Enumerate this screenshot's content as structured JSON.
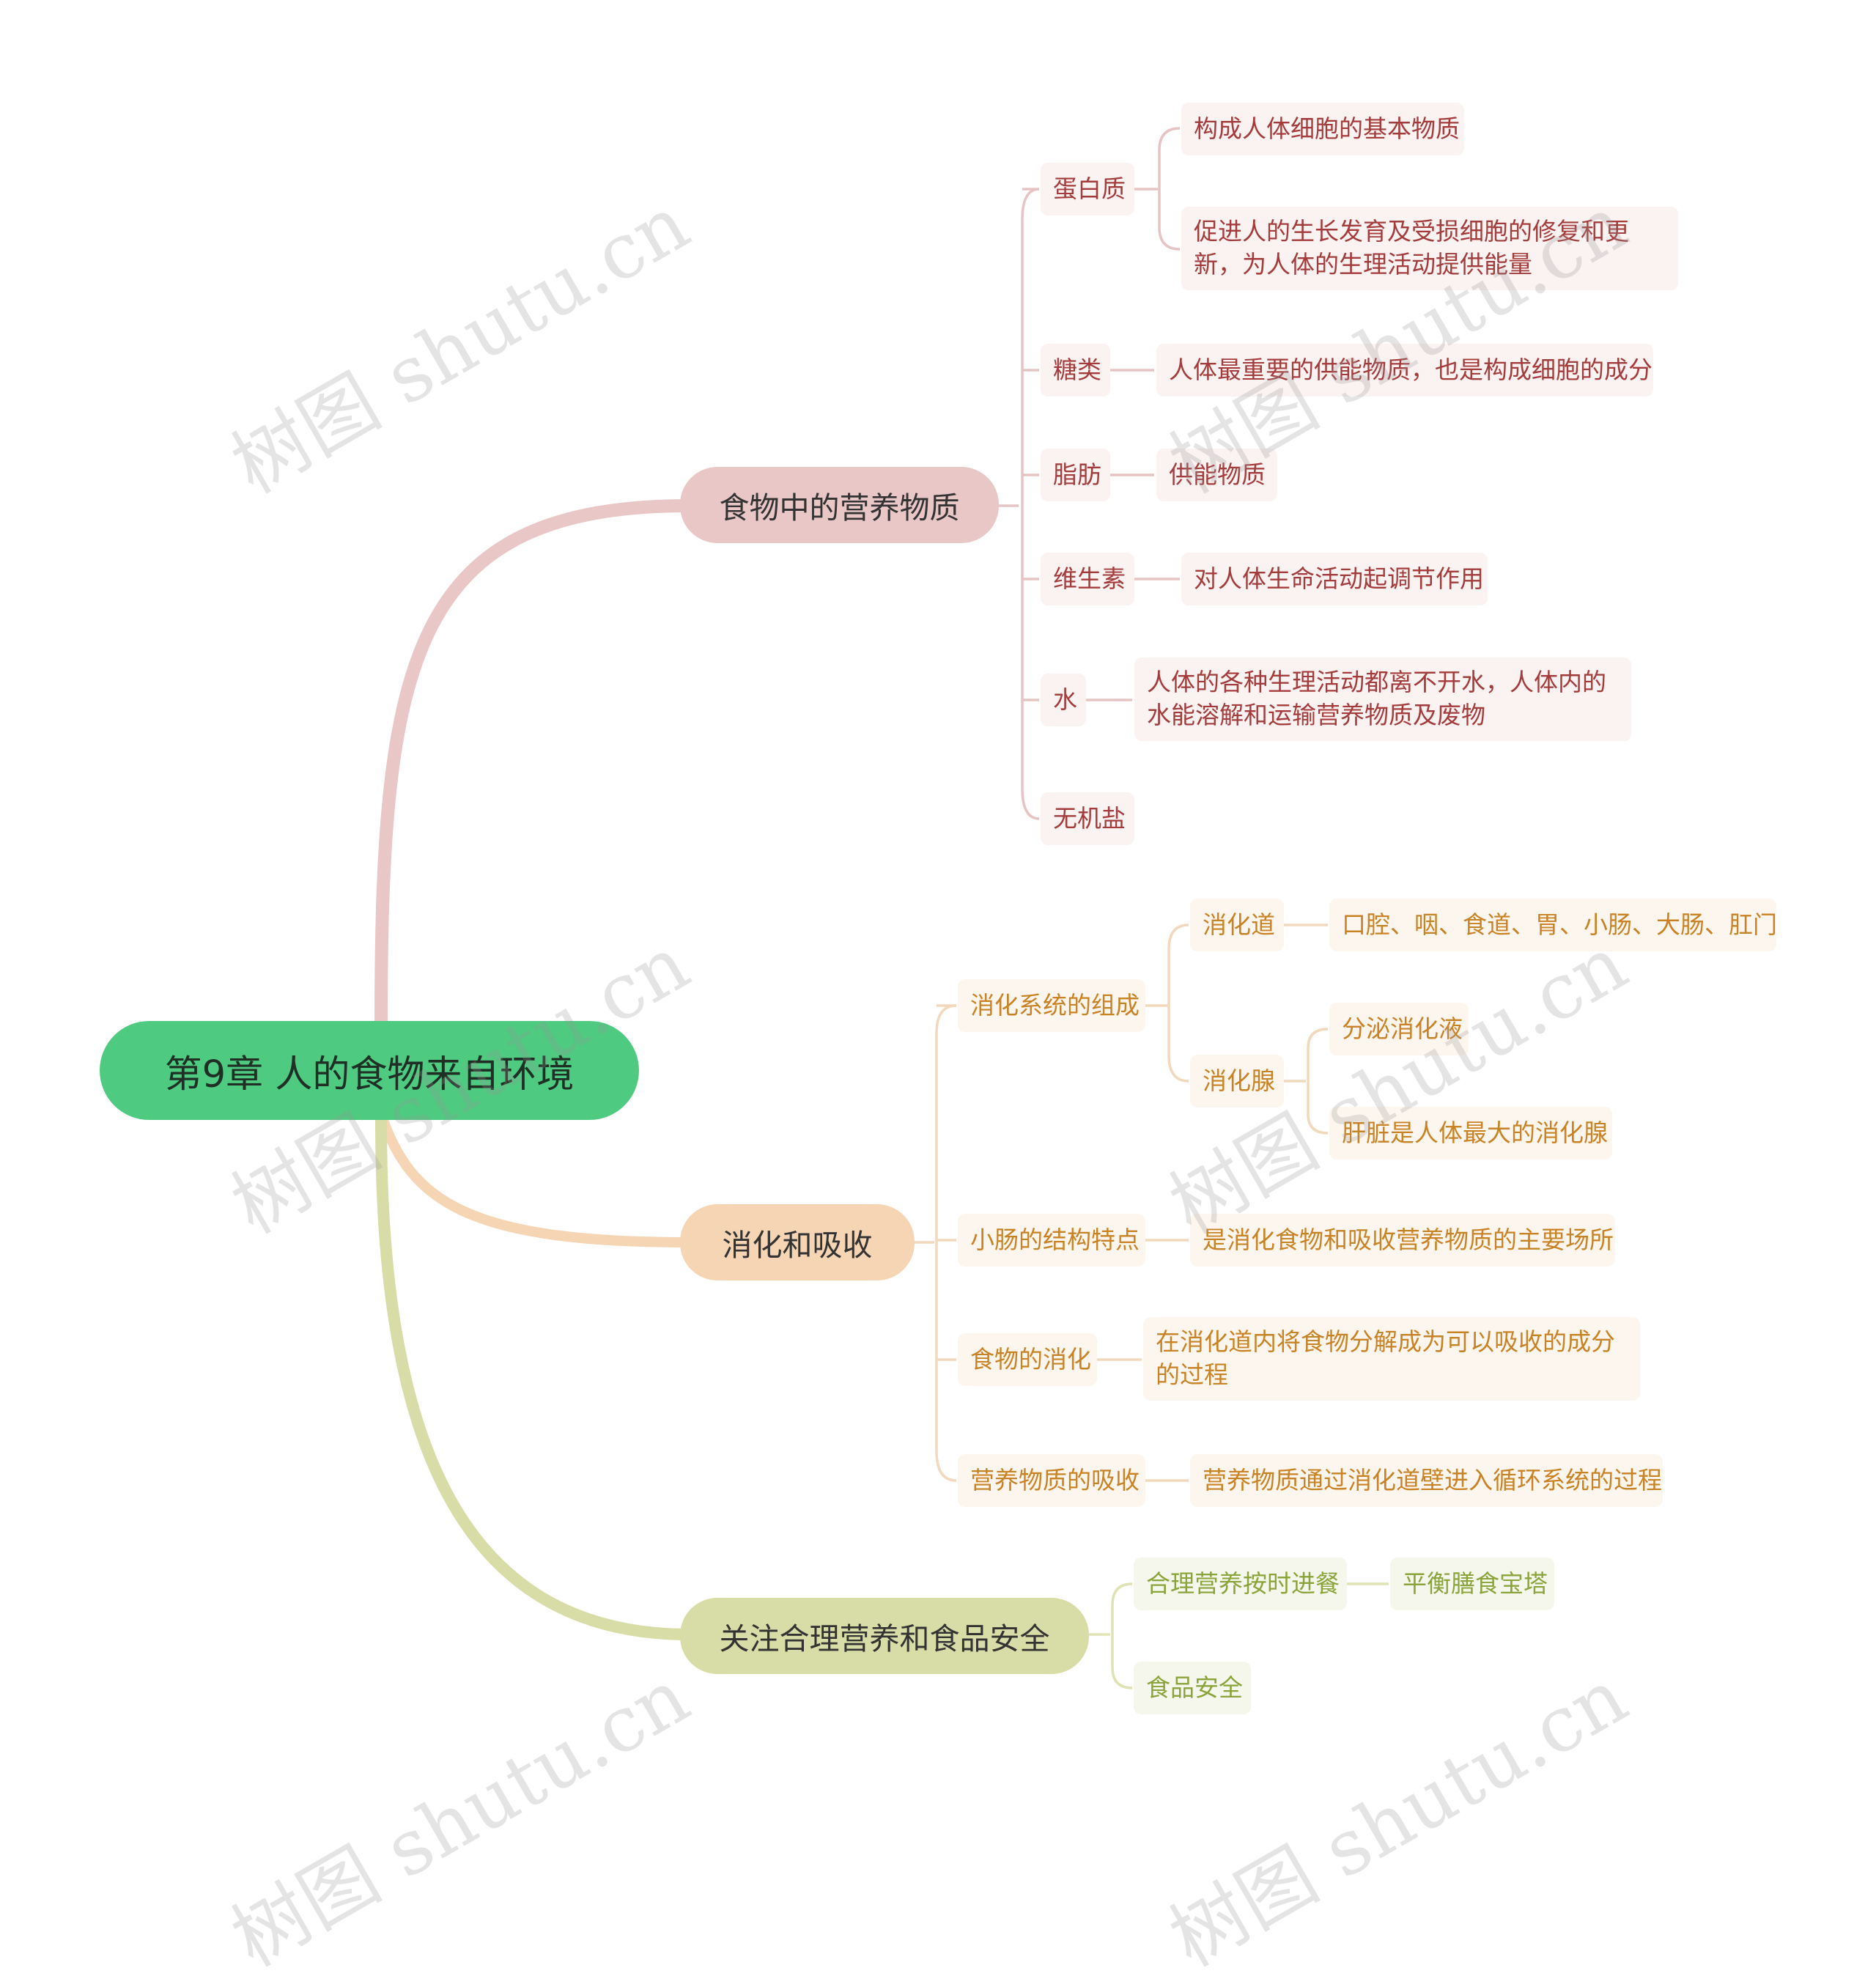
{
  "root": {
    "label": "第9章 人的食物来自环境"
  },
  "branches": [
    {
      "label": "食物中的营养物质",
      "color": "#e9c7c7",
      "children": [
        {
          "label": "蛋白质",
          "children": [
            {
              "label": "构成人体细胞的基本物质"
            },
            {
              "label": "促进人的生长发育及受损细胞的修复和更新，为人体的生理活动提供能量"
            }
          ]
        },
        {
          "label": "糖类",
          "children": [
            {
              "label": "人体最重要的供能物质，也是构成细胞的成分"
            }
          ]
        },
        {
          "label": "脂肪",
          "children": [
            {
              "label": "供能物质"
            }
          ]
        },
        {
          "label": "维生素",
          "children": [
            {
              "label": "对人体生命活动起调节作用"
            }
          ]
        },
        {
          "label": "水",
          "children": [
            {
              "label": "人体的各种生理活动都离不开水，人体内的水能溶解和运输营养物质及废物"
            }
          ]
        },
        {
          "label": "无机盐",
          "children": []
        }
      ]
    },
    {
      "label": "消化和吸收",
      "color": "#f6d5b4",
      "children": [
        {
          "label": "消化系统的组成",
          "children": [
            {
              "label": "消化道",
              "children": [
                {
                  "label": "口腔、咽、食道、胃、小肠、大肠、肛门"
                }
              ]
            },
            {
              "label": "消化腺",
              "children": [
                {
                  "label": "分泌消化液"
                },
                {
                  "label": "肝脏是人体最大的消化腺"
                }
              ]
            }
          ]
        },
        {
          "label": "小肠的结构特点",
          "children": [
            {
              "label": "是消化食物和吸收营养物质的主要场所"
            }
          ]
        },
        {
          "label": "食物的消化",
          "children": [
            {
              "label": "在消化道内将食物分解成为可以吸收的成分的过程"
            }
          ]
        },
        {
          "label": "营养物质的吸收",
          "children": [
            {
              "label": "营养物质通过消化道壁进入循环系统的过程"
            }
          ]
        }
      ]
    },
    {
      "label": "关注合理营养和食品安全",
      "color": "#d8dda7",
      "children": [
        {
          "label": "合理营养按时进餐",
          "children": [
            {
              "label": "平衡膳食宝塔"
            }
          ]
        },
        {
          "label": "食品安全",
          "children": []
        }
      ]
    }
  ],
  "watermark": "树图 shutu.cn"
}
